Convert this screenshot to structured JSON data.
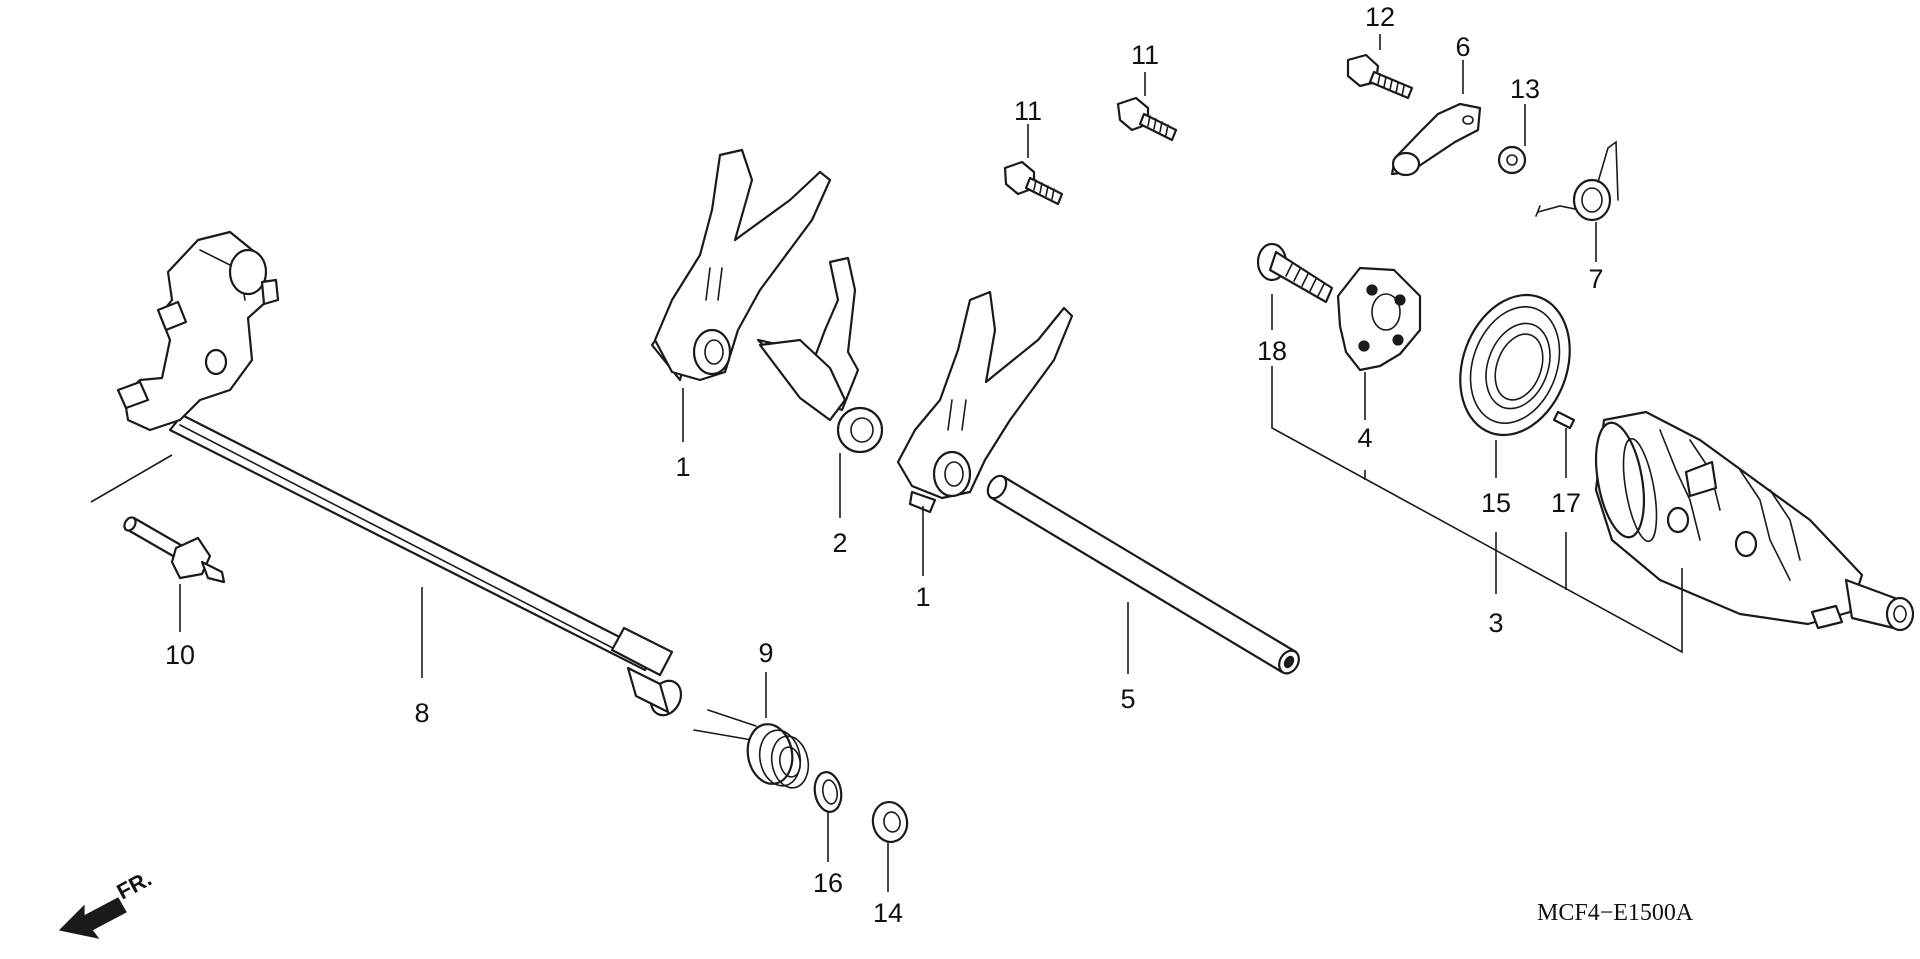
{
  "diagram": {
    "drawing_code": "MCF4−E1500A",
    "front_label": "FR.",
    "callouts": {
      "fork_upper": "1",
      "fork_middle": "2",
      "fork_lower": "1",
      "drum": "3",
      "drum_center": "4",
      "fork_shaft": "5",
      "stopper_arm": "6",
      "stopper_spring": "7",
      "shift_spindle": "8",
      "return_spring": "9",
      "pin": "10",
      "bolt_a": "11",
      "bolt_b": "11",
      "stopper_bolt": "12",
      "washer_small": "13",
      "washer_spindle": "14",
      "bearing": "15",
      "snap_ring": "16",
      "dowel_pin": "17",
      "center_bolt": "18"
    }
  }
}
